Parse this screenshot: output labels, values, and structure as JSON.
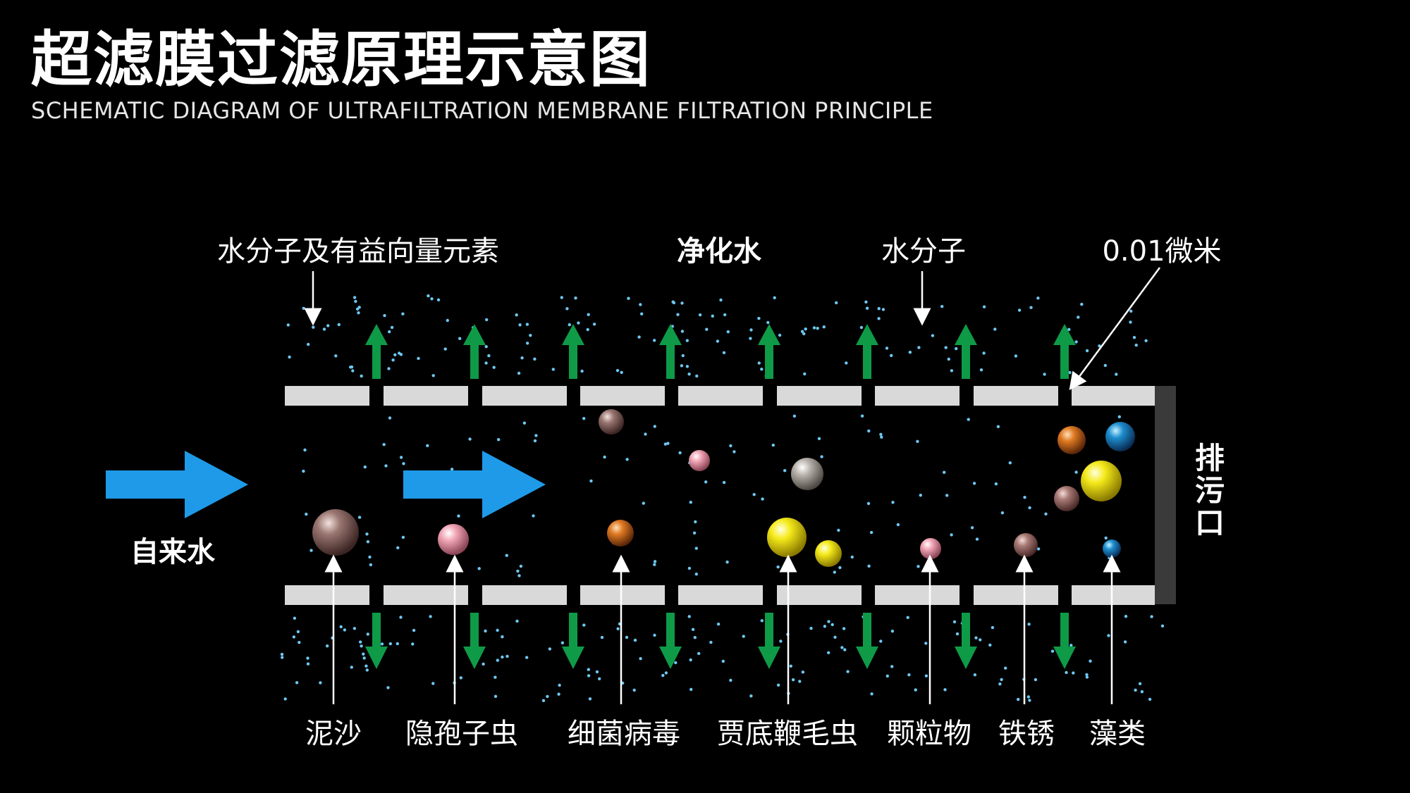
{
  "header": {
    "title": "超滤膜过滤原理示意图",
    "subtitle": "SCHEMATIC DIAGRAM OF ULTRAFILTRATION MEMBRANE FILTRATION PRINCIPLE"
  },
  "top_labels": {
    "beneficial": "水分子及有益向量元素",
    "purified": "净化水",
    "water_molecule": "水分子",
    "pore_size": "0.01微米"
  },
  "inlet_label": "自来水",
  "outlet_label": "排污口",
  "contaminants": [
    {
      "key": "mud",
      "label": "泥沙"
    },
    {
      "key": "crypto",
      "label": "隐孢子虫"
    },
    {
      "key": "bacteria",
      "label": "细菌病毒"
    },
    {
      "key": "giardia",
      "label": "贾底鞭毛虫"
    },
    {
      "key": "particles",
      "label": "颗粒物"
    },
    {
      "key": "rust",
      "label": "铁锈"
    },
    {
      "key": "algae",
      "label": "藻类"
    }
  ],
  "colors": {
    "background": "#000000",
    "membrane": "#d9d9d9",
    "flow_arrow": "#1f9ae8",
    "permeate_arrow": "#0f9a48",
    "water_dot": "#6ec8f2",
    "outlet_wall": "#3a3a3a"
  }
}
